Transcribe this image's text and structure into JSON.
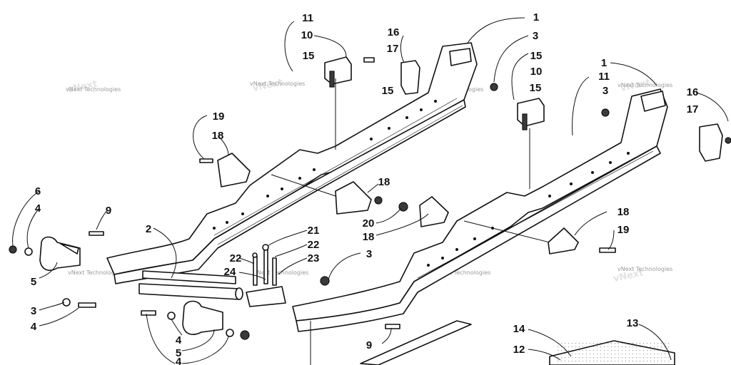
{
  "diagram": {
    "watermark": "vNext Technologies",
    "callouts": [
      {
        "id": "c1a",
        "text": "1"
      },
      {
        "id": "c3a",
        "text": "3"
      },
      {
        "id": "c11a",
        "text": "11"
      },
      {
        "id": "c10a",
        "text": "10"
      },
      {
        "id": "c15a",
        "text": "15"
      },
      {
        "id": "c15b",
        "text": "15"
      },
      {
        "id": "c16a",
        "text": "16"
      },
      {
        "id": "c17a",
        "text": "17"
      },
      {
        "id": "c1b",
        "text": "1"
      },
      {
        "id": "c11b",
        "text": "11"
      },
      {
        "id": "c3b",
        "text": "3"
      },
      {
        "id": "c15c",
        "text": "15"
      },
      {
        "id": "c10b",
        "text": "10"
      },
      {
        "id": "c15d",
        "text": "15"
      },
      {
        "id": "c16b",
        "text": "16"
      },
      {
        "id": "c17b",
        "text": "17"
      },
      {
        "id": "c19a",
        "text": "19"
      },
      {
        "id": "c18a",
        "text": "18"
      },
      {
        "id": "c18b",
        "text": "18"
      },
      {
        "id": "c20",
        "text": "20"
      },
      {
        "id": "c18c",
        "text": "18"
      },
      {
        "id": "c18d",
        "text": "18"
      },
      {
        "id": "c19b",
        "text": "19"
      },
      {
        "id": "c3c",
        "text": "3"
      },
      {
        "id": "c4a",
        "text": "4"
      },
      {
        "id": "c9a",
        "text": "9"
      },
      {
        "id": "c2",
        "text": "2"
      },
      {
        "id": "c21",
        "text": "21"
      },
      {
        "id": "c22a",
        "text": "22"
      },
      {
        "id": "c22b",
        "text": "22"
      },
      {
        "id": "c23",
        "text": "23"
      },
      {
        "id": "c24",
        "text": "24"
      },
      {
        "id": "c5a",
        "text": "5"
      },
      {
        "id": "c3d",
        "text": "3"
      },
      {
        "id": "c4b",
        "text": "4"
      },
      {
        "id": "c6",
        "text": "6"
      },
      {
        "id": "c4c",
        "text": "4"
      },
      {
        "id": "c5b",
        "text": "5"
      },
      {
        "id": "c4d",
        "text": "4"
      },
      {
        "id": "c9b",
        "text": "9"
      },
      {
        "id": "c14",
        "text": "14"
      },
      {
        "id": "c12",
        "text": "12"
      },
      {
        "id": "c13",
        "text": "13"
      }
    ]
  }
}
